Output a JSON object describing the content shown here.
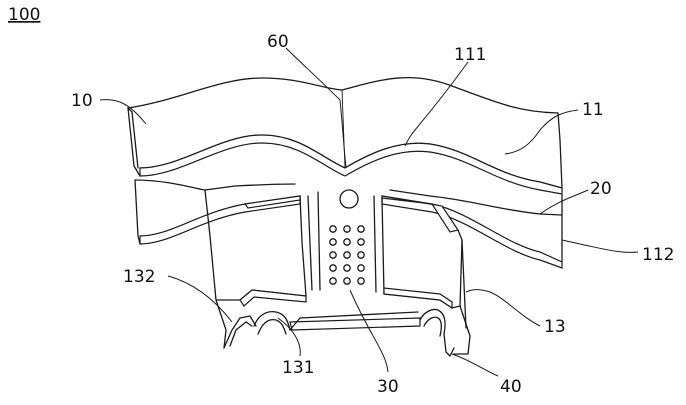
{
  "figure": {
    "id": "100",
    "labels": {
      "l10": "10",
      "l60": "60",
      "l111": "111",
      "l11": "11",
      "l20": "20",
      "l112": "112",
      "l132": "132",
      "l13": "13",
      "l131": "131",
      "l30": "30",
      "l40": "40"
    }
  }
}
